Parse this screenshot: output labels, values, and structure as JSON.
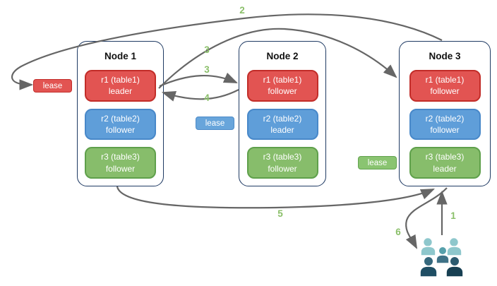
{
  "nodes": [
    {
      "title": "Node 1",
      "replicas": [
        {
          "line1": "r1 (table1)",
          "line2": "leader",
          "color": "red"
        },
        {
          "line1": "r2 (table2)",
          "line2": "follower",
          "color": "blue"
        },
        {
          "line1": "r3 (table3)",
          "line2": "follower",
          "color": "green"
        }
      ]
    },
    {
      "title": "Node 2",
      "replicas": [
        {
          "line1": "r1 (table1)",
          "line2": "follower",
          "color": "red"
        },
        {
          "line1": "r2 (table2)",
          "line2": "leader",
          "color": "blue"
        },
        {
          "line1": "r3 (table3)",
          "line2": "follower",
          "color": "green"
        }
      ]
    },
    {
      "title": "Node 3",
      "replicas": [
        {
          "line1": "r1 (table1)",
          "line2": "follower",
          "color": "red"
        },
        {
          "line1": "r2 (table2)",
          "line2": "follower",
          "color": "blue"
        },
        {
          "line1": "r3 (table3)",
          "line2": "leader",
          "color": "green"
        }
      ]
    }
  ],
  "leases": [
    {
      "label": "lease",
      "color": "red"
    },
    {
      "label": "lease",
      "color": "blue"
    },
    {
      "label": "lease",
      "color": "green"
    }
  ],
  "steps": {
    "s1": "1",
    "s2": "2",
    "s3a": "3",
    "s3b": "3",
    "s4": "4",
    "s5": "5",
    "s6": "6"
  },
  "icons": {
    "clients_group": "clients-group-icon"
  },
  "colors": {
    "replica_red": "#e25452",
    "replica_red_border": "#c22d29",
    "replica_blue": "#5f9ed9",
    "replica_blue_border": "#4888c9",
    "replica_green": "#87bd6b",
    "replica_green_border": "#5fa04b",
    "node_border": "#1f3a63",
    "arrow_gray": "#666666",
    "step_number_green": "#8abf69",
    "clients_light_teal": "#8ec7cc",
    "clients_mid_teal": "#57a0ab",
    "clients_dark_teal": "#1f4e64"
  }
}
